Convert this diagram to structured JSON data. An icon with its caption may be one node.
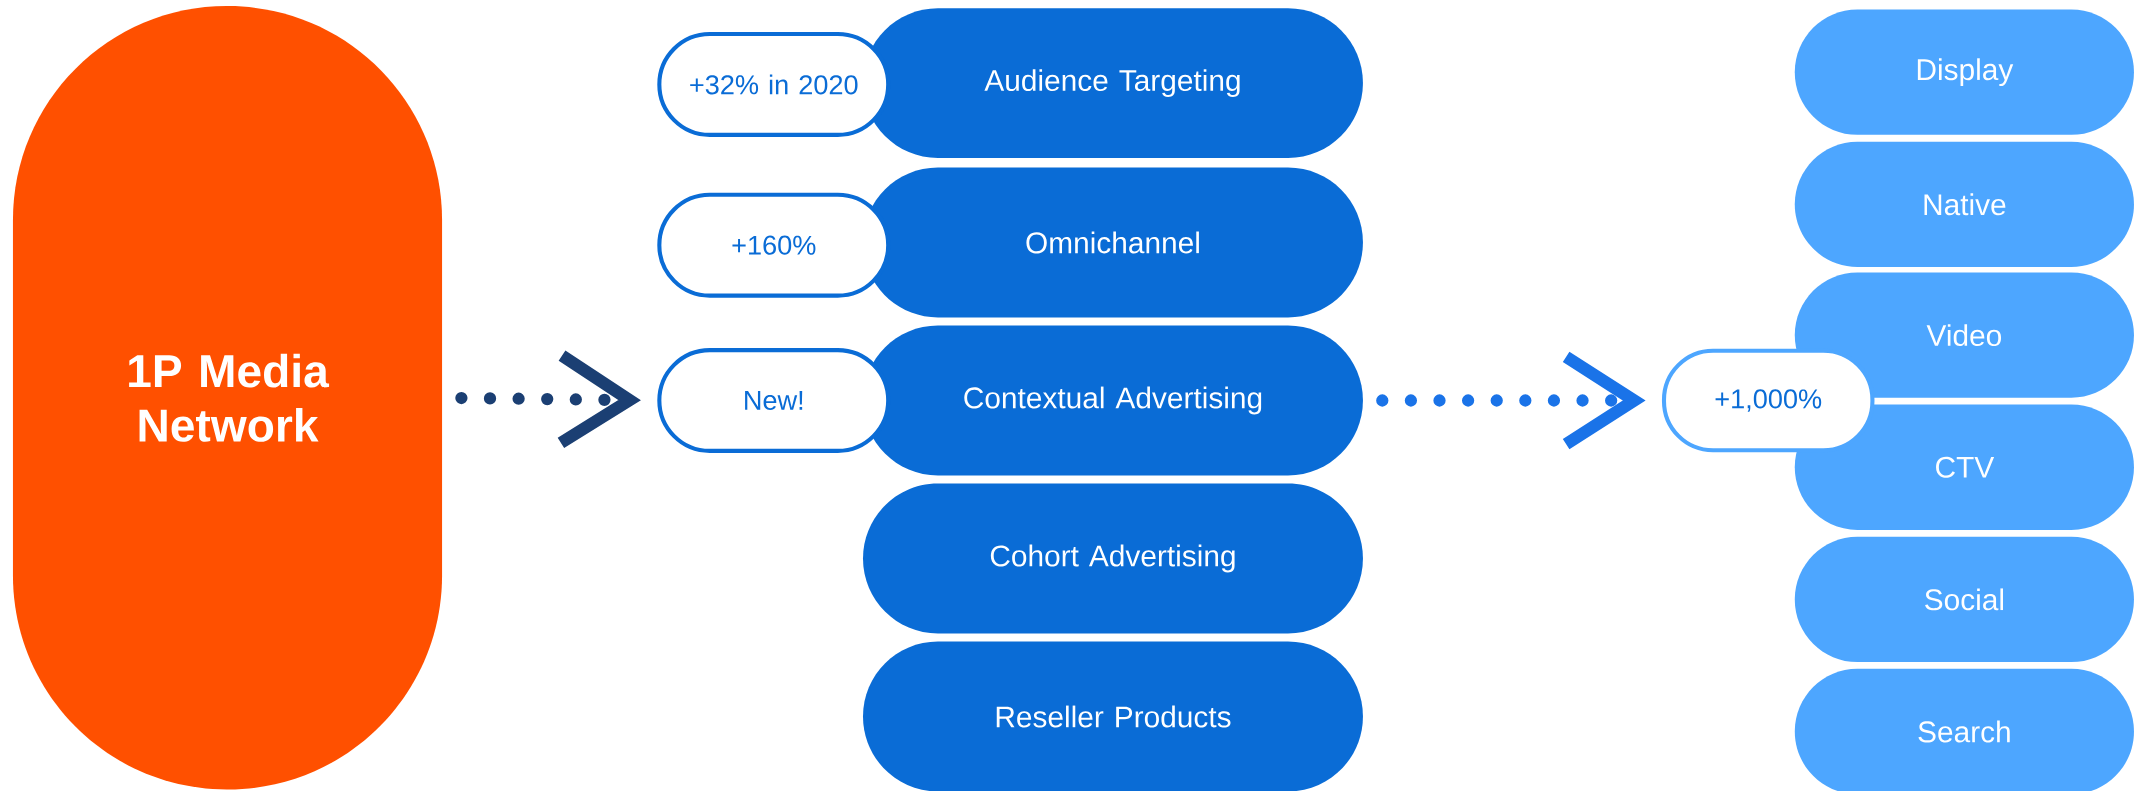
{
  "diagram": {
    "nodes": [
      {
        "text": [
          "1P Media Network"
        ]
      },
      {
        "text": [
          "+32% in 2020"
        ]
      },
      {
        "text": [
          "Audience Targeting"
        ]
      },
      {
        "text": [
          "+160%"
        ]
      },
      {
        "text": [
          "Omnichannel"
        ]
      },
      {
        "text": [
          "New!"
        ]
      },
      {
        "text": [
          "Contextual Advertising"
        ]
      },
      {
        "text": [
          "Cohort Advertising"
        ]
      },
      {
        "text": [
          "Reseller Products"
        ]
      },
      {
        "text": [
          "Display"
        ]
      },
      {
        "text": [
          "Native"
        ]
      },
      {
        "text": [
          "Video"
        ]
      },
      {
        "text": [
          "+1,000%"
        ]
      },
      {
        "text": [
          "CTV"
        ]
      },
      {
        "text": [
          "Social"
        ]
      },
      {
        "text": [
          "Search"
        ]
      }
    ],
    "edges": [
      {
        "from": 0,
        "to": 5,
        "arrow": "to",
        "color": "#1b3f73"
      },
      {
        "from": 6,
        "to": 12,
        "arrow": "to",
        "color": "#1a73e8"
      }
    ]
  }
}
